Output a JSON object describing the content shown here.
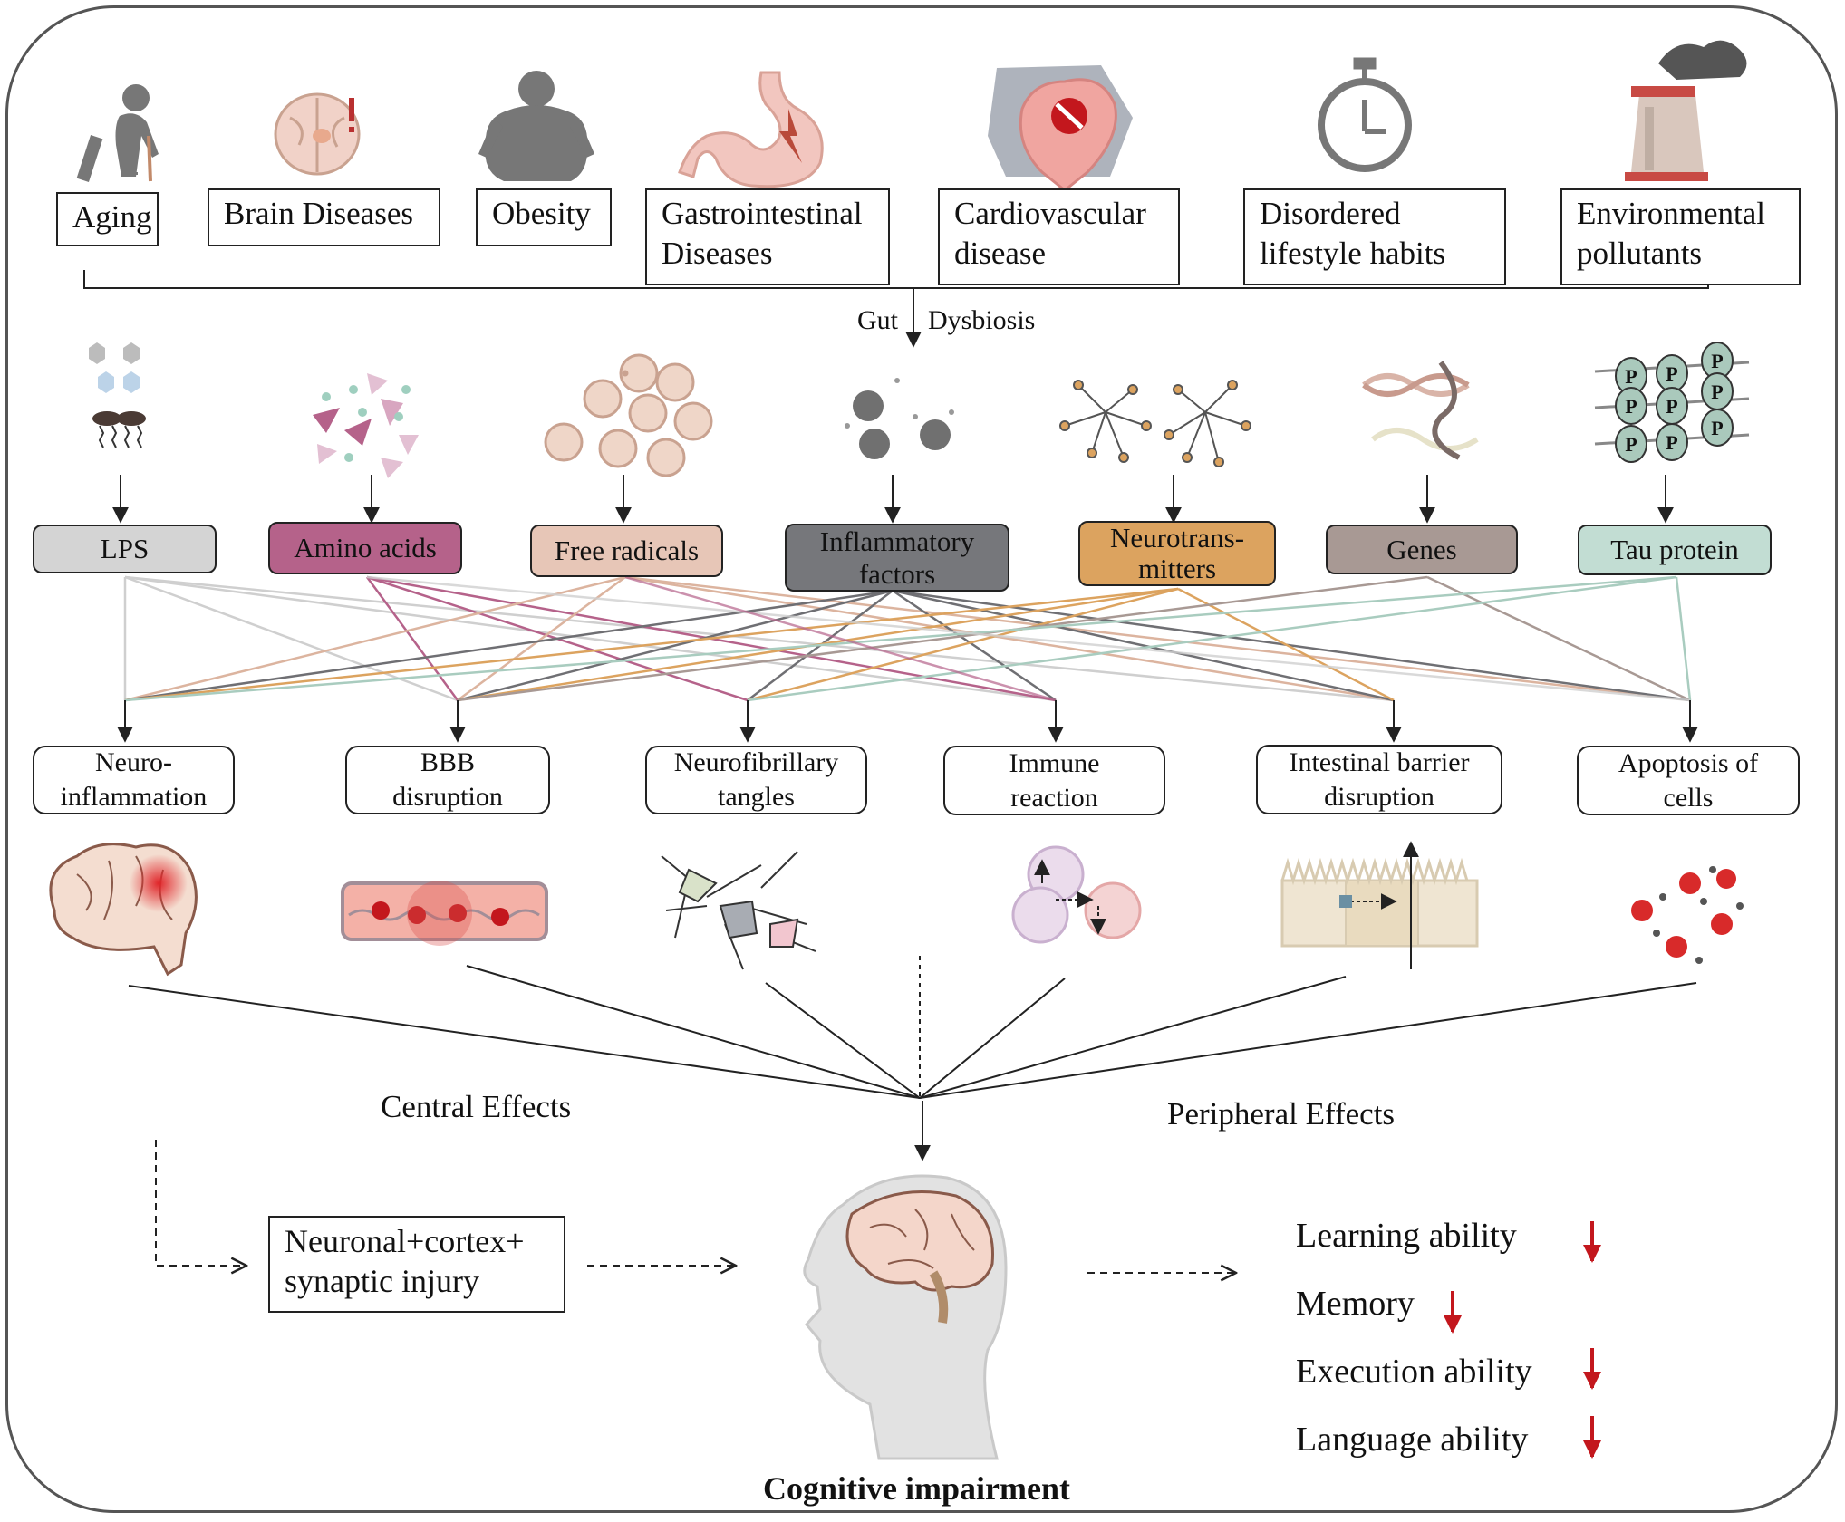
{
  "colors": {
    "lps": "#d4d4d4",
    "amino_acids": "#b5628a",
    "free_radicals": "#e7c6b7",
    "inflammatory_factors": "#76777b",
    "neurotransmitters": "#dca35f",
    "genes": "#a89994",
    "tau_protein": "#c2ddd3",
    "down_arrow_red": "#c3171d"
  },
  "causes": [
    {
      "label": "Aging",
      "icon": "aging-person-icon"
    },
    {
      "label": "Brain Diseases",
      "icon": "brain-warning-icon"
    },
    {
      "label": "Obesity",
      "icon": "obesity-figure-icon"
    },
    {
      "label": "Gastrointestinal Diseases",
      "line1": "Gastrointestinal",
      "line2": "Diseases",
      "icon": "stomach-icon"
    },
    {
      "label": "Cardiovascular disease",
      "line1": "Cardiovascular",
      "line2": "disease",
      "icon": "heart-icon"
    },
    {
      "label": "Disordered lifestyle habits",
      "line1": "Disordered",
      "line2": "lifestyle habits",
      "icon": "stopwatch-icon"
    },
    {
      "label": "Environmental pollutants",
      "line1": "Environmental",
      "line2": "pollutants",
      "icon": "factory-chimney-icon"
    }
  ],
  "gut_dysbiosis": {
    "left": "Gut",
    "right": "Dysbiosis"
  },
  "mediators": [
    {
      "label": "LPS",
      "icon": "lps-molecule-icon"
    },
    {
      "label": "Amino acids",
      "icon": "amino-acids-icon"
    },
    {
      "label": "Free radicals",
      "icon": "free-radical-cells-icon"
    },
    {
      "label": "Inflammatory factors",
      "line1": "Inflammatory",
      "line2": "factors",
      "icon": "inflammatory-particles-icon"
    },
    {
      "label": "Neurotransmitters",
      "line1": "Neurotrans-",
      "line2": "mitters",
      "icon": "neuron-branches-icon"
    },
    {
      "label": "Genes",
      "icon": "dna-helix-icon"
    },
    {
      "label": "Tau protein",
      "icon": "phosphorylated-tau-icon",
      "p_mark": "P"
    }
  ],
  "outcomes": [
    {
      "line1": "Neuro-",
      "line2": "inflammation",
      "icon": "inflamed-brain-icon"
    },
    {
      "line1": "BBB",
      "line2": "disruption",
      "icon": "blood-vessel-icon"
    },
    {
      "line1": "Neurofibrillary",
      "line2": "tangles",
      "icon": "neuron-tangle-icon"
    },
    {
      "line1": "Immune",
      "line2": "reaction",
      "icon": "immune-cells-icon"
    },
    {
      "line1": "Intestinal barrier",
      "line2": "disruption",
      "icon": "intestinal-epithelium-icon"
    },
    {
      "line1": "Apoptosis of",
      "line2": "cells",
      "icon": "apoptotic-cells-icon"
    }
  ],
  "effects": {
    "central": "Central Effects",
    "peripheral": "Peripheral Effects"
  },
  "injury": {
    "line1": "Neuronal+cortex+",
    "line2": "synaptic injury"
  },
  "cognitive_impairment": "Cognitive impairment",
  "abilities": [
    "Learning ability",
    "Memory",
    "Execution ability",
    "Language ability"
  ]
}
